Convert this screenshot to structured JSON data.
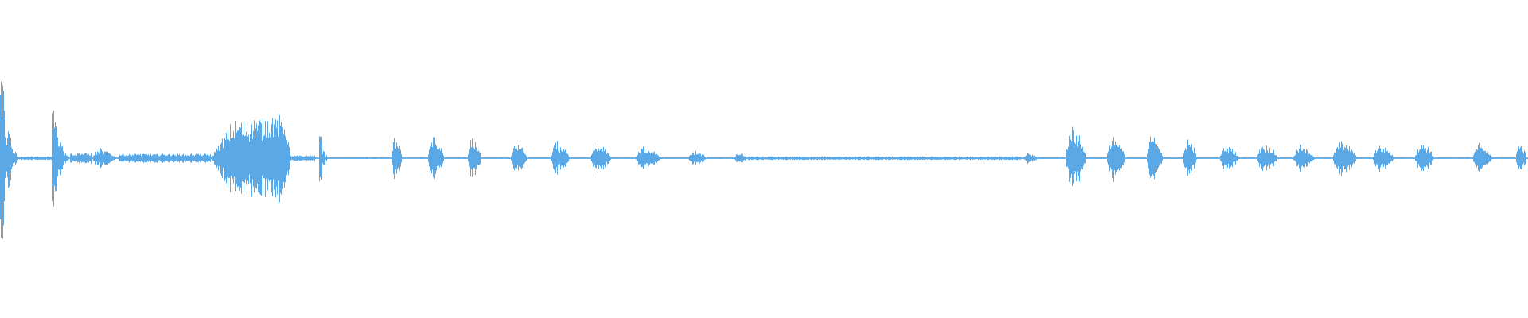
{
  "waveform": {
    "color": "#5aa9e6",
    "background": "#ffffff",
    "duration_units": 1000,
    "baseline_amplitude": 0.004,
    "segments": [
      {
        "start": 0,
        "end": 12,
        "peak": 1.0,
        "shape": "spike"
      },
      {
        "start": 12,
        "end": 34,
        "peak": 0.02,
        "shape": "noise"
      },
      {
        "start": 34,
        "end": 46,
        "peak": 0.66,
        "shape": "spike"
      },
      {
        "start": 46,
        "end": 60,
        "peak": 0.06,
        "shape": "noise"
      },
      {
        "start": 60,
        "end": 78,
        "peak": 0.12,
        "shape": "burst"
      },
      {
        "start": 78,
        "end": 138,
        "peak": 0.05,
        "shape": "noise"
      },
      {
        "start": 138,
        "end": 190,
        "peak": 0.5,
        "shape": "plateau"
      },
      {
        "start": 190,
        "end": 206,
        "peak": 0.03,
        "shape": "noise"
      },
      {
        "start": 209,
        "end": 215,
        "peak": 0.36,
        "shape": "spike"
      },
      {
        "start": 256,
        "end": 264,
        "peak": 0.28,
        "shape": "burst"
      },
      {
        "start": 280,
        "end": 292,
        "peak": 0.27,
        "shape": "burst"
      },
      {
        "start": 306,
        "end": 316,
        "peak": 0.27,
        "shape": "burst"
      },
      {
        "start": 334,
        "end": 346,
        "peak": 0.2,
        "shape": "burst"
      },
      {
        "start": 360,
        "end": 374,
        "peak": 0.2,
        "shape": "burst"
      },
      {
        "start": 386,
        "end": 402,
        "peak": 0.18,
        "shape": "burst"
      },
      {
        "start": 416,
        "end": 434,
        "peak": 0.15,
        "shape": "burst"
      },
      {
        "start": 450,
        "end": 464,
        "peak": 0.09,
        "shape": "burst"
      },
      {
        "start": 480,
        "end": 490,
        "peak": 0.07,
        "shape": "burst"
      },
      {
        "start": 490,
        "end": 668,
        "peak": 0.02,
        "shape": "noise"
      },
      {
        "start": 670,
        "end": 680,
        "peak": 0.07,
        "shape": "burst"
      },
      {
        "start": 697,
        "end": 712,
        "peak": 0.42,
        "shape": "burst"
      },
      {
        "start": 724,
        "end": 738,
        "peak": 0.28,
        "shape": "burst"
      },
      {
        "start": 750,
        "end": 762,
        "peak": 0.32,
        "shape": "burst"
      },
      {
        "start": 774,
        "end": 784,
        "peak": 0.27,
        "shape": "burst"
      },
      {
        "start": 798,
        "end": 812,
        "peak": 0.17,
        "shape": "burst"
      },
      {
        "start": 822,
        "end": 838,
        "peak": 0.2,
        "shape": "burst"
      },
      {
        "start": 846,
        "end": 862,
        "peak": 0.16,
        "shape": "burst"
      },
      {
        "start": 872,
        "end": 890,
        "peak": 0.23,
        "shape": "burst"
      },
      {
        "start": 898,
        "end": 914,
        "peak": 0.18,
        "shape": "burst"
      },
      {
        "start": 926,
        "end": 940,
        "peak": 0.22,
        "shape": "burst"
      },
      {
        "start": 964,
        "end": 978,
        "peak": 0.18,
        "shape": "burst"
      },
      {
        "start": 992,
        "end": 1000,
        "peak": 0.19,
        "shape": "burst"
      }
    ]
  }
}
